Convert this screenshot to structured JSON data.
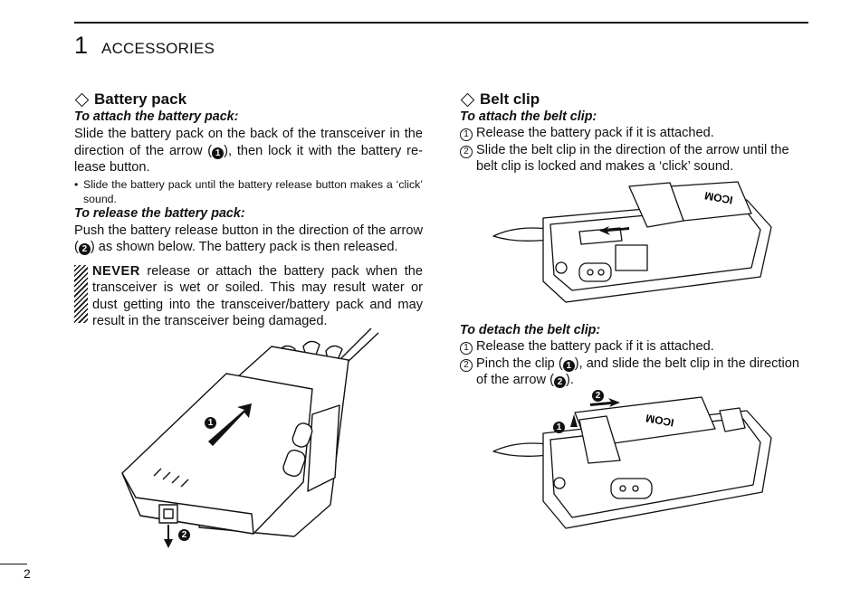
{
  "header": {
    "chapter_number": "1",
    "chapter_title": "ACCESSORIES"
  },
  "left": {
    "title": "Battery pack",
    "attach_heading": "To attach the battery pack:",
    "attach_text_1": "Slide the battery pack on the back of the transceiver in the direction of the arrow (",
    "attach_marker": "1",
    "attach_text_2": "), then lock it with the battery re­lease button.",
    "bullet": "Slide the battery pack until the battery release button makes a ‘click’ sound.",
    "release_heading": "To release the battery pack:",
    "release_text_1": "Push the battery release button in the direction of the arrow (",
    "release_marker": "2",
    "release_text_2": ") as shown below. The battery pack is then released.",
    "warning_bold": "NEVER",
    "warning_text": " release or attach the battery pack when the transceiver is wet or soiled. This may result water or dust getting into the transceiver/battery pack and may result in the transceiver being damaged.",
    "fig_markers": [
      "1",
      "2"
    ]
  },
  "right": {
    "title": "Belt clip",
    "attach_heading": "To attach the belt clip:",
    "attach_steps": [
      {
        "n": "1",
        "text": "Release the battery pack if it is attached."
      },
      {
        "n": "2",
        "text": "Slide the belt clip in the direction of the arrow until the belt clip is locked and makes a ‘click’ sound."
      }
    ],
    "detach_heading": "To detach the belt clip:",
    "detach_step1": {
      "n": "1",
      "text": "Release the battery pack if it is attached."
    },
    "detach_step2": {
      "n": "2",
      "text_1": "Pinch the clip (",
      "marker_1": "1",
      "text_2": "), and slide the belt clip in the direction of the arrow (",
      "marker_2": "2",
      "text_3": ")."
    },
    "clip_brand": "ICOM",
    "fig_markers": [
      "1",
      "2"
    ]
  },
  "footer": {
    "page_number": "2"
  }
}
